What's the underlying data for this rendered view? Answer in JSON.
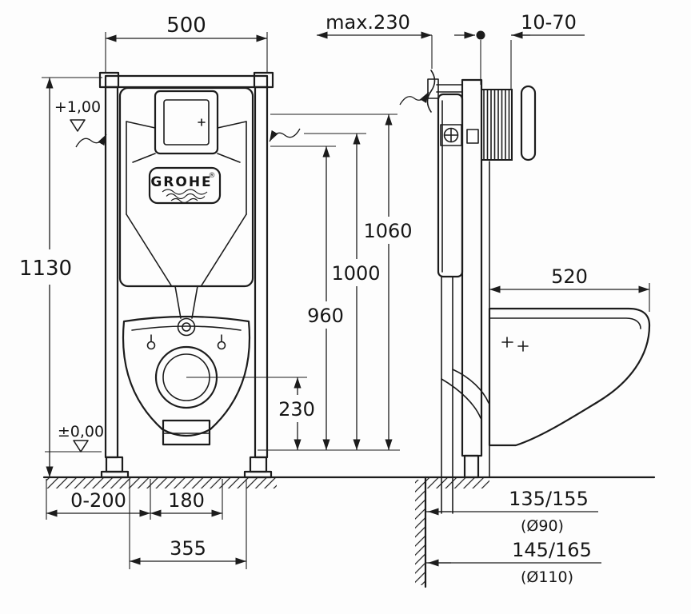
{
  "drawing": {
    "brand": {
      "name": "GROHE",
      "reg": "®"
    },
    "front": {
      "width": "500",
      "height": "1130",
      "level_top": "+1,00",
      "level_zero": "±0,00",
      "h_plate_top": "1060",
      "h_plate_mid": "1000",
      "h_plate_bottom": "960",
      "h_outlet": "230",
      "feet_range": "0-200",
      "bolt_spacing": "180",
      "rail_spacing": "355"
    },
    "side": {
      "depth_max": "max.230",
      "finish_range": "10-70",
      "bowl_depth": "520",
      "outlet_90": "135/155",
      "outlet_90_dia": "(Ø90)",
      "outlet_110": "145/165",
      "outlet_110_dia": "(Ø110)"
    }
  }
}
